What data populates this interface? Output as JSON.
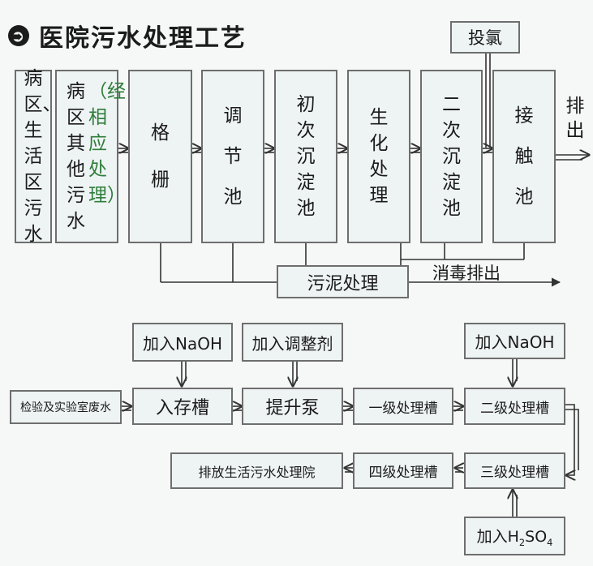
{
  "title": "医院污水处理工艺",
  "title_icon": "arrow-circle-icon",
  "top": {
    "source_label": "病区、生活区污水",
    "pretreat_main": "病区其他污水",
    "pretreat_note": "（经相应处理）",
    "steps": [
      "格栅",
      "调节池",
      "初次沉淀池",
      "生化处理",
      "二次沉淀池",
      "接触池"
    ],
    "chlorine": "投氯",
    "discharge": "排出",
    "sludge": "污泥处理",
    "disinfect_discharge": "消毒排出"
  },
  "bottom": {
    "source": "检验及实验室废水",
    "add_naoh_1": "加入NaOH",
    "add_regulator": "加入调整剂",
    "add_naoh_2": "加入NaOH",
    "add_h2so4_prefix": "加入H",
    "add_h2so4_sub1": "2",
    "add_h2so4_mid": "SO",
    "add_h2so4_sub2": "4",
    "storage_tank": "入存槽",
    "lift_pump": "提升泵",
    "tank_1": "一级处理槽",
    "tank_2": "二级处理槽",
    "tank_3": "三级处理槽",
    "tank_4": "四级处理槽",
    "final": "排放生活污水处理院"
  }
}
